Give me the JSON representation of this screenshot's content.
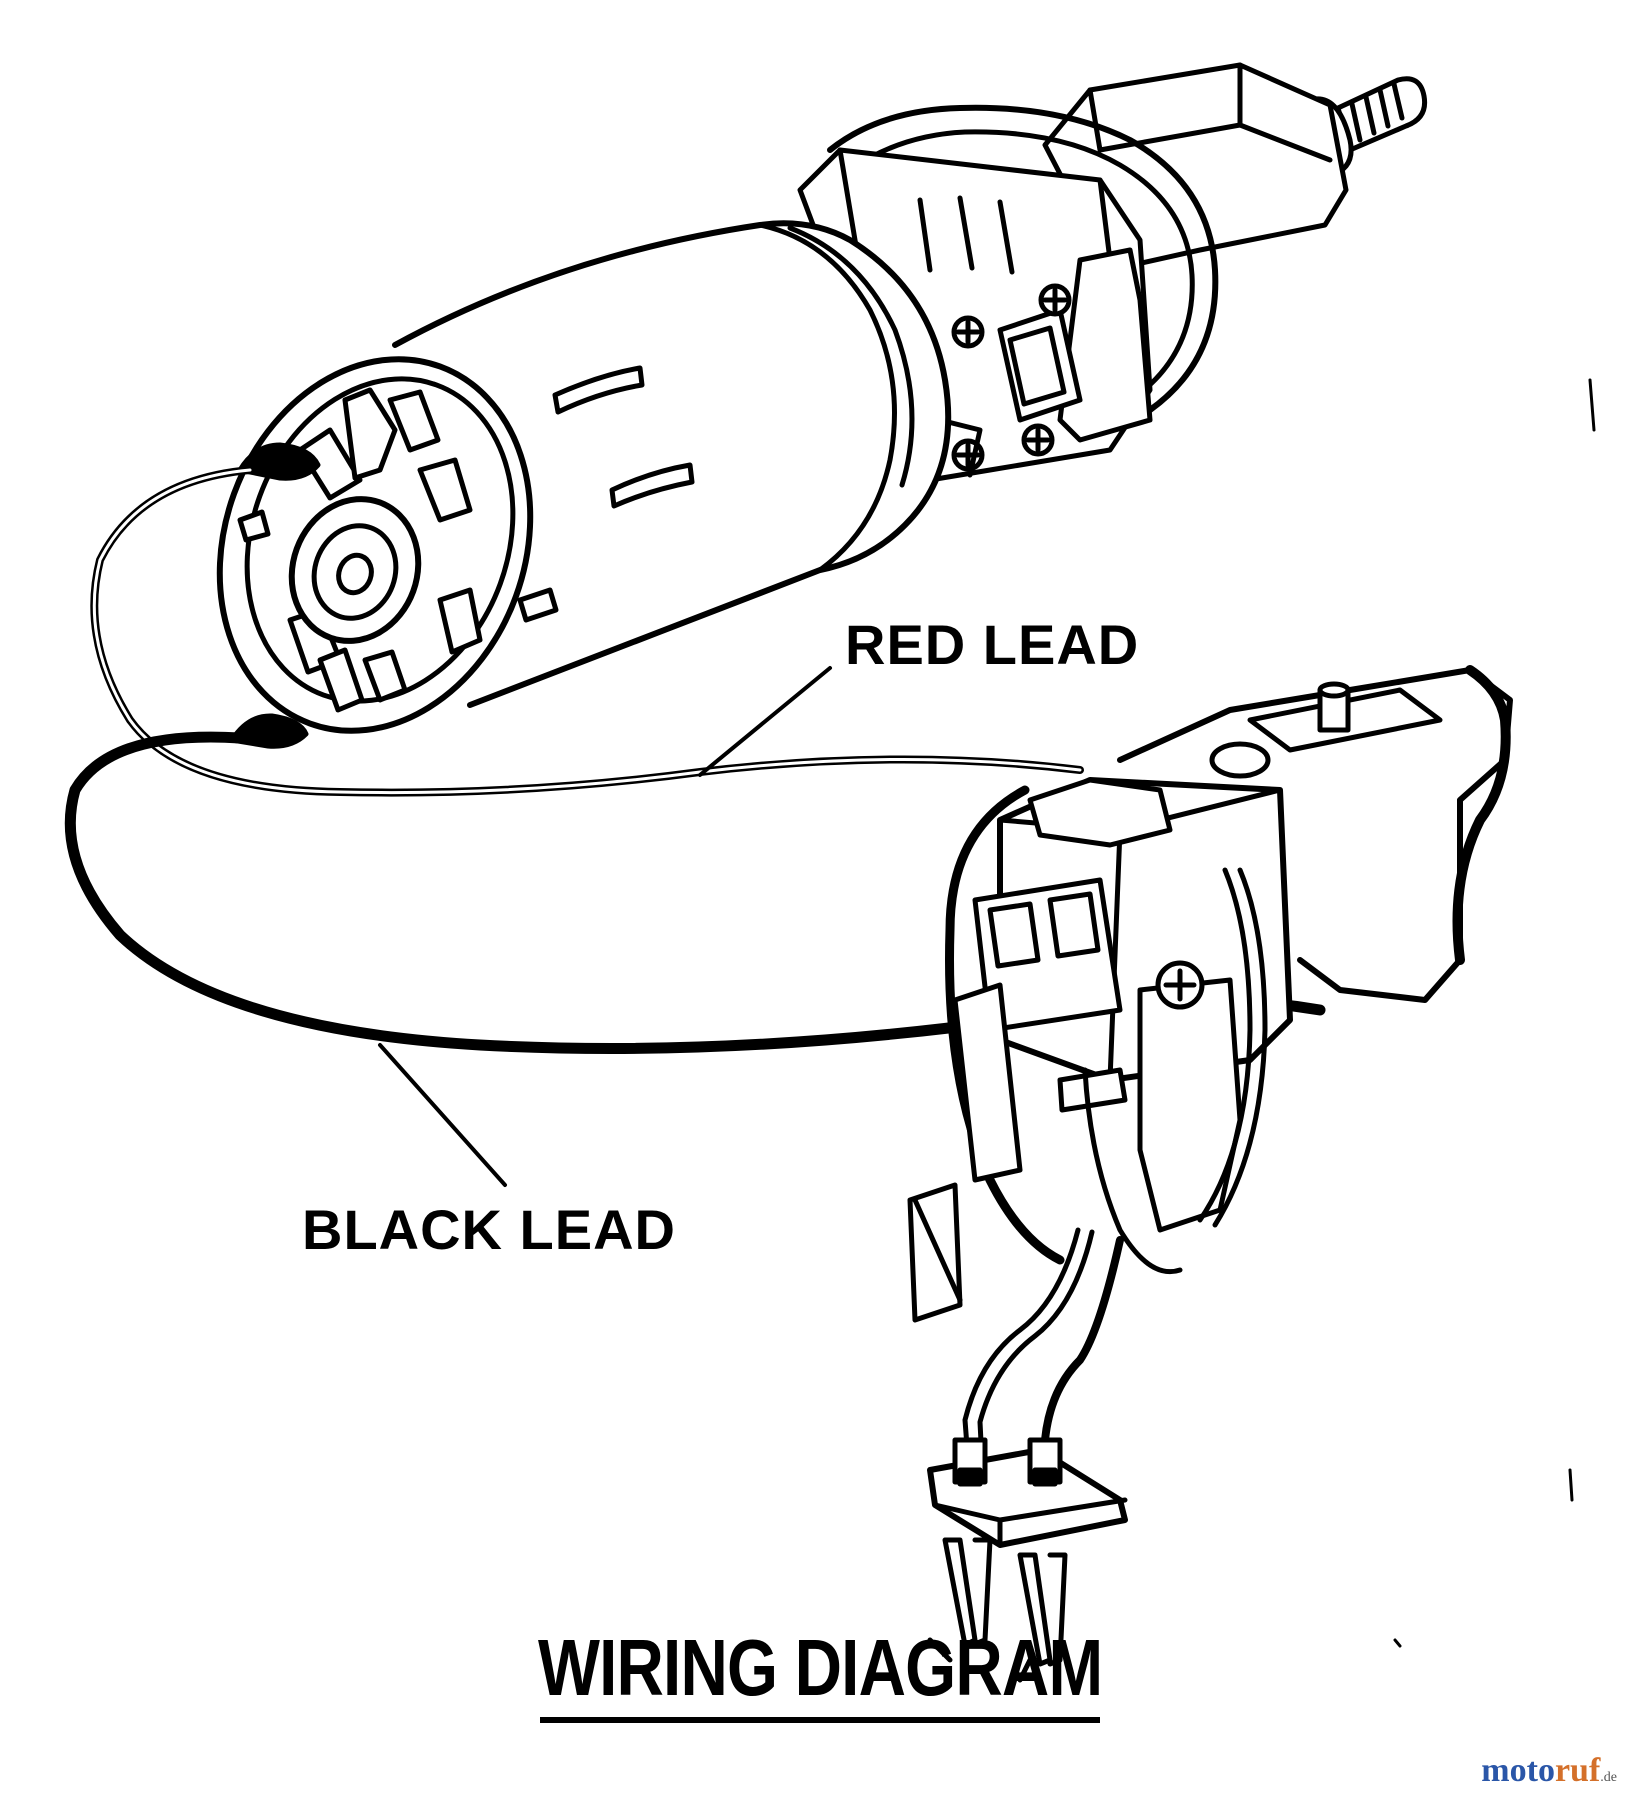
{
  "diagram": {
    "title": "WIRING DIAGRAM",
    "labels": {
      "red_lead": "RED LEAD",
      "black_lead": "BLACK LEAD"
    },
    "components": [
      "motor",
      "gearbox",
      "switch",
      "terminal-block"
    ]
  },
  "watermark": {
    "part1": "moto",
    "part2": "ruf",
    "suffix": ".de"
  },
  "colors": {
    "line": "#000000",
    "background": "#ffffff"
  }
}
